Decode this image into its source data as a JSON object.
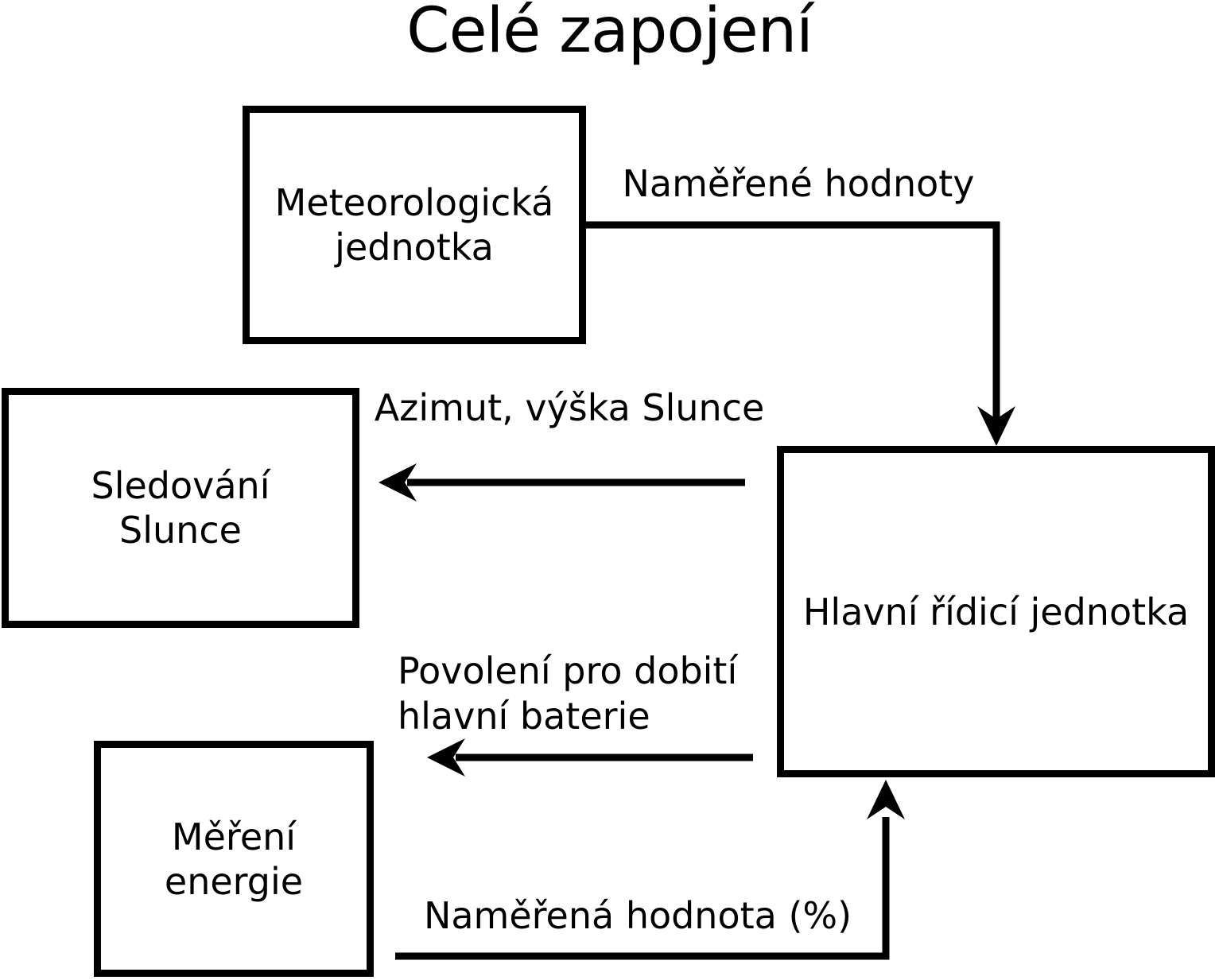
{
  "title": "Celé zapojení",
  "nodes": {
    "meteo": {
      "label": "Meteorologická\njednotka"
    },
    "sun": {
      "label": "Sledování\nSlunce"
    },
    "main": {
      "label": "Hlavní řídicí jednotka"
    },
    "energy": {
      "label": "Měření\nenergie"
    }
  },
  "edges": {
    "measured_values": {
      "label": "Naměřené hodnoty",
      "from": "meteo",
      "to": "main"
    },
    "azimuth": {
      "label": "Azimut, výška Slunce",
      "from": "main",
      "to": "sun"
    },
    "charge_permission": {
      "label": "Povolení pro dobití\nhlavní baterie",
      "from": "main",
      "to": "energy"
    },
    "measured_percent": {
      "label": "Naměřená hodnota (%)",
      "from": "energy",
      "to": "main"
    }
  },
  "colors": {
    "ink": "#000000",
    "background": "#ffffff"
  }
}
